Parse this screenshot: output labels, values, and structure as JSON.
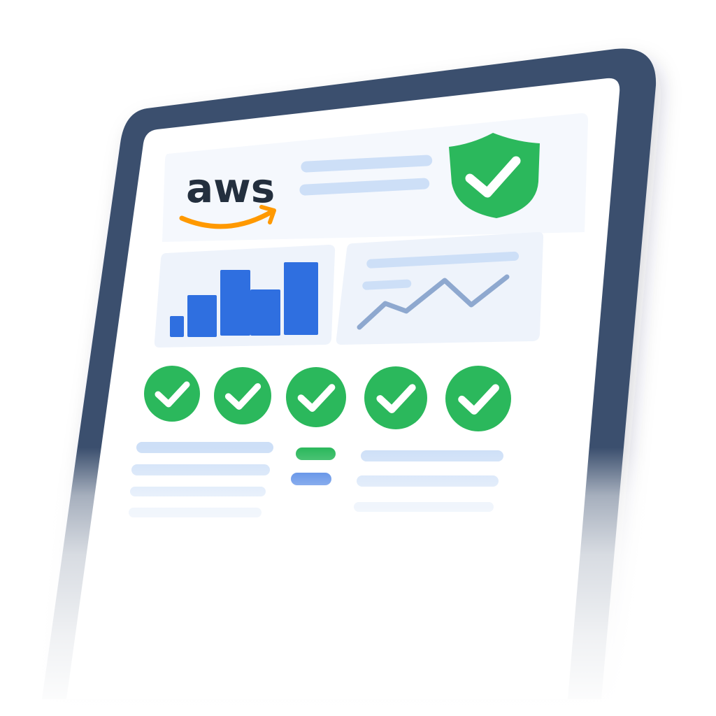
{
  "brand": {
    "logo_text": "aws",
    "logo_color": "#232f3e",
    "smile_color": "#ff9900"
  },
  "colors": {
    "frame": "#3a4f6e",
    "screen": "#ffffff",
    "panel": "#eef3fb",
    "bar": "#2f6fe0",
    "line": "#8ea8cf",
    "skeleton": "#cddff7",
    "success": "#2bb85c",
    "check": "#ffffff"
  },
  "icons": {
    "security": "shield-check-icon",
    "status": "check-circle-icon",
    "bar_chart": "bar-chart-icon",
    "line_chart": "line-chart-icon"
  },
  "status_checks": [
    {
      "state": "ok"
    },
    {
      "state": "ok"
    },
    {
      "state": "ok"
    },
    {
      "state": "ok"
    },
    {
      "state": "ok"
    }
  ]
}
